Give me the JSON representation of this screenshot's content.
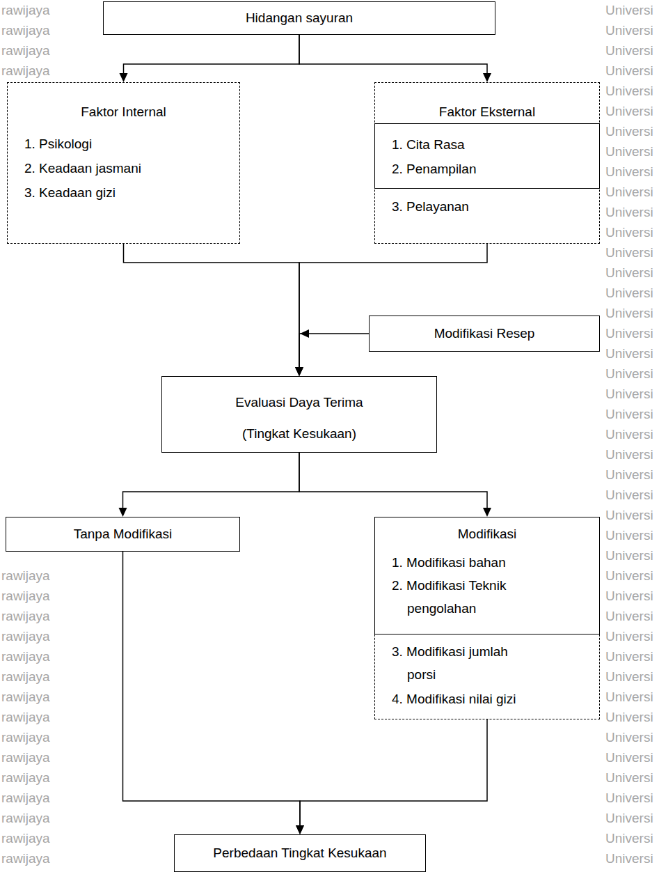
{
  "diagram": {
    "nodes": [
      {
        "text": [
          "Hidangan sayuran"
        ]
      },
      {
        "text": [
          "Faktor Internal",
          "1. Psikologi",
          "2. Keadaan jasmani",
          "3. Keadaan gizi"
        ]
      },
      {
        "text": [
          "Faktor Eksternal",
          "3. Pelayanan"
        ]
      },
      {
        "text": [
          "1. Cita Rasa",
          "2. Penampilan"
        ],
        "in": 2
      },
      {
        "text": [
          "Modifikasi Resep"
        ]
      },
      {
        "text": [
          "Evaluasi Daya Terima",
          "(Tingkat Kesukaan)"
        ]
      },
      {
        "text": [
          "Tanpa Modifikasi"
        ]
      },
      {
        "text": [
          "3. Modifikasi jumlah porsi",
          "4. Modifikasi nilai gizi"
        ]
      },
      {
        "text": [
          "Modifikasi",
          "1. Modifikasi bahan",
          "2. Modifikasi Teknik pengolahan"
        ],
        "in": 7
      },
      {
        "text": [
          "Perbedaan Tingkat Kesukaan"
        ]
      }
    ],
    "edges": [
      {
        "from": 0,
        "to": 1,
        "arrow": "to"
      },
      {
        "from": 0,
        "to": 2,
        "arrow": "to"
      },
      {
        "from": 1,
        "to": 5,
        "arrow": "to"
      },
      {
        "from": 2,
        "to": 5,
        "arrow": "to"
      },
      {
        "from": 4,
        "to": 5,
        "arrow": "to"
      },
      {
        "from": 5,
        "to": 6,
        "arrow": "to"
      },
      {
        "from": 5,
        "to": 7,
        "arrow": "to"
      },
      {
        "from": 6,
        "to": 9,
        "arrow": "to"
      },
      {
        "from": 7,
        "to": 9,
        "arrow": "to"
      }
    ],
    "labels": [
      "rawijaya",
      "Universi",
      "rawijaya",
      "Universi",
      "rawijaya",
      "Universi",
      "rawijaya",
      "Universi",
      "Universi",
      "Universi",
      "Universi",
      "Universi",
      "Universi",
      "Universi",
      "Universi",
      "Universi",
      "Universi",
      "Universi",
      "Universi",
      "Universi",
      "Universi",
      "Universi",
      "Universi",
      "Universi",
      "Universi",
      "Universi",
      "Universi",
      "Universi",
      "Universi",
      "Universi",
      "Universi",
      "Universi",
      "rawijaya",
      "Universi",
      "rawijaya",
      "Universi",
      "rawijaya",
      "Universi",
      "rawijaya",
      "Universi",
      "rawijaya",
      "Universi",
      "rawijaya",
      "Universi",
      "rawijaya",
      "Universi",
      "rawijaya",
      "Universi",
      "rawijaya",
      "Universi",
      "rawijaya",
      "Universi",
      "rawijaya",
      "Universi",
      "rawijaya",
      "Universi",
      "rawijaya",
      "Universi",
      "rawijaya",
      "Universi",
      "rawijaya",
      "Universi"
    ]
  }
}
